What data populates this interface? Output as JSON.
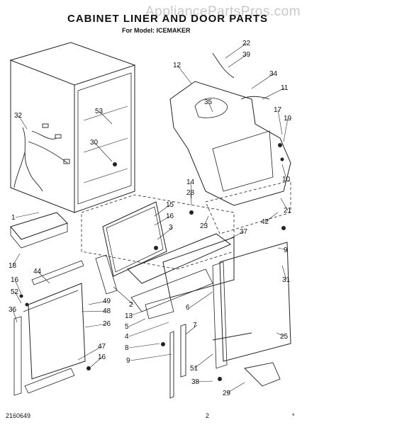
{
  "header": {
    "watermark": "AppliancePartsPros.com",
    "title": "CABINET LINER AND DOOR PARTS",
    "subtitle": "For Model: ICEMAKER"
  },
  "footer": {
    "doc_number": "2160649",
    "page_number": "2",
    "mark": "*"
  },
  "callouts": [
    {
      "id": "c22",
      "label": "22"
    },
    {
      "id": "c39",
      "label": "39"
    },
    {
      "id": "c12",
      "label": "12"
    },
    {
      "id": "c34",
      "label": "34"
    },
    {
      "id": "c11",
      "label": "11"
    },
    {
      "id": "c32",
      "label": "32"
    },
    {
      "id": "c35",
      "label": "35"
    },
    {
      "id": "c53",
      "label": "53"
    },
    {
      "id": "c17",
      "label": "17"
    },
    {
      "id": "c19",
      "label": "19"
    },
    {
      "id": "c30",
      "label": "30"
    },
    {
      "id": "c10",
      "label": "10"
    },
    {
      "id": "c14",
      "label": "14"
    },
    {
      "id": "c28",
      "label": "28"
    },
    {
      "id": "c15",
      "label": "15"
    },
    {
      "id": "c16a",
      "label": "16"
    },
    {
      "id": "c21",
      "label": "21"
    },
    {
      "id": "c1",
      "label": "1"
    },
    {
      "id": "c23",
      "label": "23"
    },
    {
      "id": "c42",
      "label": "42"
    },
    {
      "id": "c3",
      "label": "3"
    },
    {
      "id": "c37",
      "label": "37"
    },
    {
      "id": "c9a",
      "label": "9"
    },
    {
      "id": "c18",
      "label": "18"
    },
    {
      "id": "c44",
      "label": "44"
    },
    {
      "id": "c31",
      "label": "31"
    },
    {
      "id": "c16b",
      "label": "16"
    },
    {
      "id": "c52",
      "label": "52"
    },
    {
      "id": "c2",
      "label": "2"
    },
    {
      "id": "c49",
      "label": "49"
    },
    {
      "id": "c6",
      "label": "6"
    },
    {
      "id": "c13",
      "label": "13"
    },
    {
      "id": "c36",
      "label": "36"
    },
    {
      "id": "c48",
      "label": "48"
    },
    {
      "id": "c26",
      "label": "26"
    },
    {
      "id": "c5",
      "label": "5"
    },
    {
      "id": "c4",
      "label": "4"
    },
    {
      "id": "c7",
      "label": "7"
    },
    {
      "id": "c25",
      "label": "25"
    },
    {
      "id": "c8",
      "label": "8"
    },
    {
      "id": "c47",
      "label": "47"
    },
    {
      "id": "c9b",
      "label": "9"
    },
    {
      "id": "c16c",
      "label": "16"
    },
    {
      "id": "c51",
      "label": "51"
    },
    {
      "id": "c38",
      "label": "38"
    },
    {
      "id": "c29",
      "label": "29"
    }
  ]
}
